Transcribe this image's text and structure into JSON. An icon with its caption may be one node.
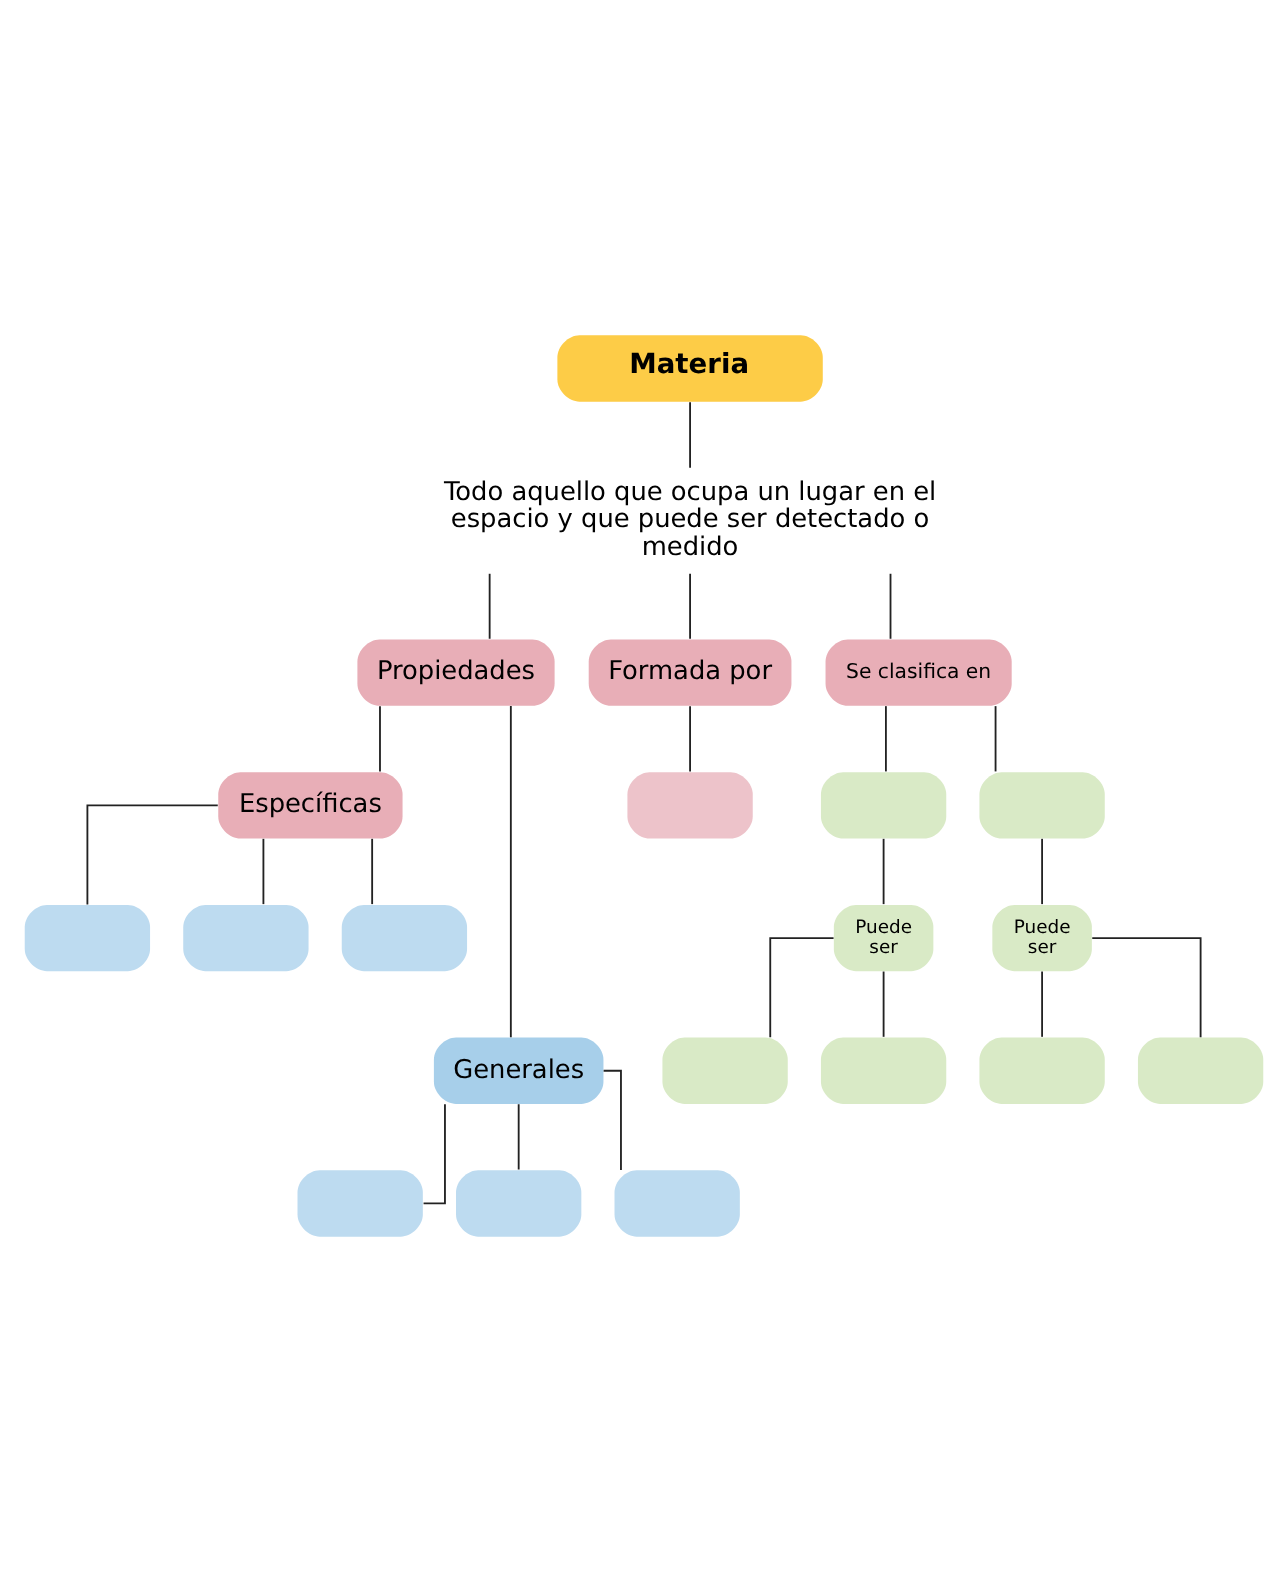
{
  "diagram": {
    "nodes": [
      {
        "text": [
          "Materia"
        ]
      },
      {
        "text": [
          "Todo aquello que ocupa un lugar en el espacio y que puede ser detectado o medido"
        ]
      },
      {
        "text": [
          "Propiedades"
        ]
      },
      {
        "text": [
          "Formada por"
        ]
      },
      {
        "text": [
          "Se clasifica en"
        ]
      },
      {
        "text": [
          "Específicas"
        ]
      },
      {
        "text": [],
        "shape": "box"
      },
      {
        "text": [],
        "shape": "box"
      },
      {
        "text": [],
        "shape": "box"
      },
      {
        "text": [],
        "shape": "box"
      },
      {
        "text": [],
        "shape": "box"
      },
      {
        "text": [],
        "shape": "box"
      },
      {
        "text": [
          "Generales"
        ]
      },
      {
        "text": [
          "Puede ser"
        ]
      },
      {
        "text": [
          "Puede ser"
        ]
      },
      {
        "text": [],
        "shape": "box"
      },
      {
        "text": [],
        "shape": "box"
      },
      {
        "text": [],
        "shape": "box"
      },
      {
        "text": [],
        "shape": "box"
      },
      {
        "text": [],
        "shape": "box"
      },
      {
        "text": [],
        "shape": "box"
      },
      {
        "text": [],
        "shape": "box"
      }
    ],
    "edges": [
      {
        "from": 0,
        "to": 1,
        "arrow": "none"
      },
      {
        "from": 1,
        "to": 2,
        "arrow": "none"
      },
      {
        "from": 1,
        "to": 3,
        "arrow": "none"
      },
      {
        "from": 1,
        "to": 4,
        "arrow": "none"
      },
      {
        "from": 2,
        "to": 5,
        "arrow": "none"
      },
      {
        "from": 2,
        "to": 12,
        "arrow": "none"
      },
      {
        "from": 3,
        "to": 6,
        "arrow": "none"
      },
      {
        "from": 4,
        "to": 7,
        "arrow": "none"
      },
      {
        "from": 4,
        "to": 8,
        "arrow": "none"
      },
      {
        "from": 5,
        "to": 9,
        "arrow": "none"
      },
      {
        "from": 5,
        "to": 10,
        "arrow": "none"
      },
      {
        "from": 5,
        "to": 11,
        "arrow": "none"
      },
      {
        "from": 7,
        "to": 13,
        "arrow": "none"
      },
      {
        "from": 8,
        "to": 14,
        "arrow": "none"
      },
      {
        "from": 12,
        "to": 15,
        "arrow": "none"
      },
      {
        "from": 12,
        "to": 16,
        "arrow": "none"
      },
      {
        "from": 12,
        "to": 17,
        "arrow": "none"
      },
      {
        "from": 13,
        "to": 18,
        "arrow": "none"
      },
      {
        "from": 13,
        "to": 19,
        "arrow": "none"
      },
      {
        "from": 14,
        "to": 20,
        "arrow": "none"
      },
      {
        "from": 14,
        "to": 21,
        "arrow": "none"
      }
    ]
  }
}
